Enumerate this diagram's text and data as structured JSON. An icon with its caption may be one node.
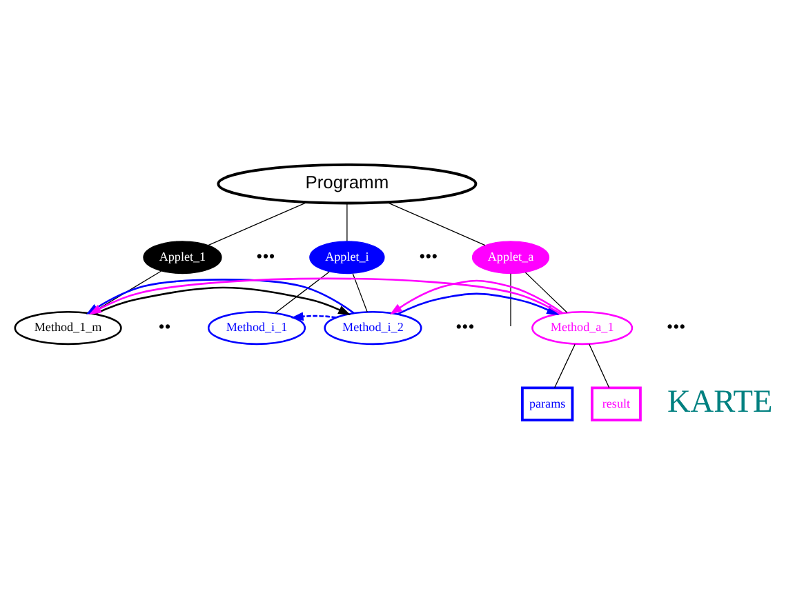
{
  "diagram": {
    "nodes": [
      {
        "text": [
          "Programm"
        ]
      },
      {
        "text": [
          "Applet_1"
        ]
      },
      {
        "text": [
          "Applet_i"
        ]
      },
      {
        "text": [
          "Applet_a"
        ]
      },
      {
        "text": [
          "Method_1_m"
        ]
      },
      {
        "text": [
          "Method_i_1"
        ]
      },
      {
        "text": [
          "Method_i_2"
        ]
      },
      {
        "text": [
          "Method_a_1"
        ]
      },
      {
        "text": [
          "params"
        ]
      },
      {
        "text": [
          "result"
        ]
      }
    ],
    "edges": [
      {
        "from": 0,
        "to": 1,
        "arrow": "none"
      },
      {
        "from": 0,
        "to": 2,
        "arrow": "none"
      },
      {
        "from": 0,
        "to": 3,
        "arrow": "none"
      },
      {
        "from": 3,
        "to": null,
        "arrow": "none"
      },
      {
        "from": 1,
        "to": 4,
        "arrow": "none"
      },
      {
        "from": 2,
        "to": 5,
        "arrow": "none"
      },
      {
        "from": 2,
        "to": 6,
        "arrow": "none"
      },
      {
        "from": 3,
        "to": 7,
        "arrow": "none"
      },
      {
        "from": 4,
        "to": 6,
        "arrow": "to"
      },
      {
        "from": 6,
        "to": 5,
        "arrow": "to",
        "style": "dashed",
        "color": "#0000ff"
      },
      {
        "from": 6,
        "to": 7,
        "arrow": "to",
        "color": "#0000ff"
      },
      {
        "from": 7,
        "to": 6,
        "arrow": "to",
        "color": "#ff00ff"
      },
      {
        "from": 6,
        "to": 4,
        "arrow": "to",
        "color": "#0000ff"
      },
      {
        "from": 7,
        "to": 4,
        "arrow": "to",
        "color": "#ff00ff"
      },
      {
        "from": 7,
        "to": 8,
        "arrow": "none"
      },
      {
        "from": 7,
        "to": 9,
        "arrow": "none"
      }
    ],
    "labels": [
      "•••",
      "•••",
      "••",
      "•••",
      "•••",
      "KARTE"
    ]
  }
}
